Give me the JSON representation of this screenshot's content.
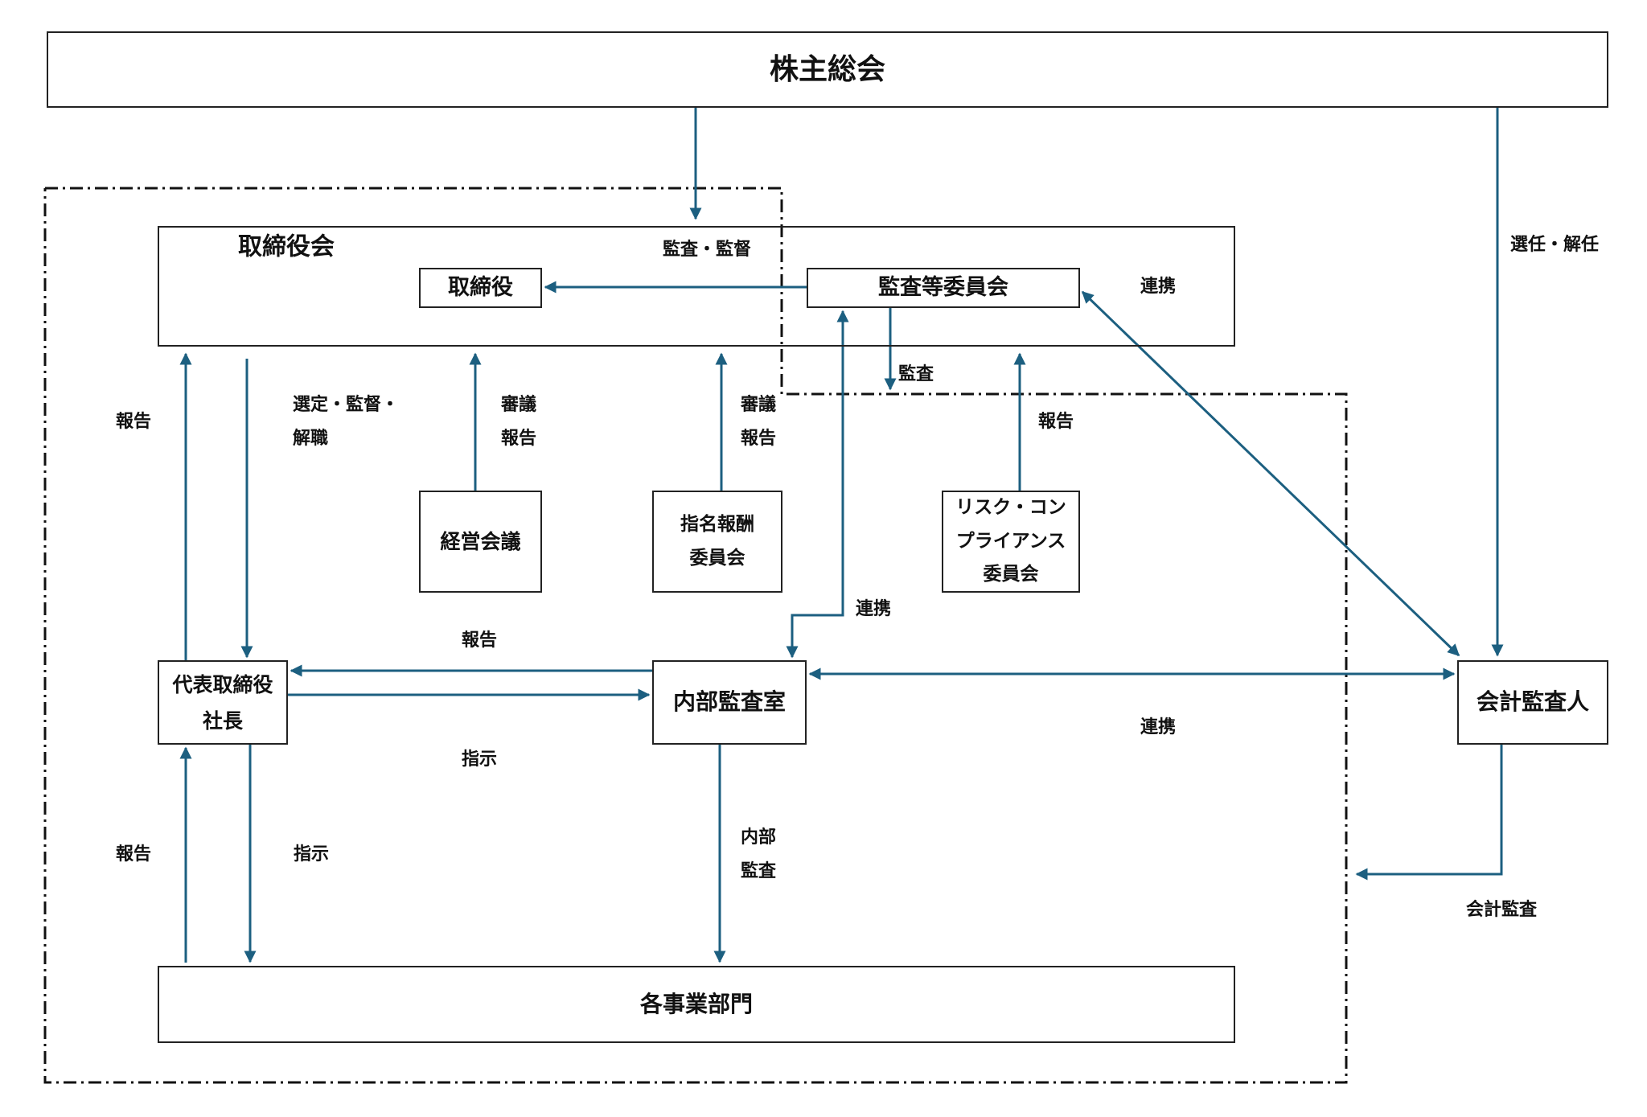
{
  "diagram": {
    "type": "corporate-governance-structure",
    "colors": {
      "arrow": "#1c5f80",
      "box_border": "#222222",
      "dashed_border": "#111111"
    },
    "nodes": {
      "shareholders_meeting": "株主総会",
      "board_of_directors": "取締役会",
      "directors": "取締役",
      "audit_committee": "監査等委員会",
      "management_meeting": "経営会議",
      "nomination_compensation_committee": [
        "指名報酬",
        "委員会"
      ],
      "risk_compliance_committee": [
        "リスク・コン",
        "プライアンス",
        "委員会"
      ],
      "president": [
        "代表取締役",
        "社長"
      ],
      "internal_audit_office": "内部監査室",
      "accounting_auditor": "会計監査人",
      "business_divisions": "各事業部門"
    },
    "edge_labels": {
      "audit_supervision": "監査・監督",
      "audit_committee_coop": "連携",
      "appoint_dismiss": "選任・解任",
      "audit": "監査",
      "risk_report": "報告",
      "nomination_deliberate": [
        "審議",
        "報告"
      ],
      "management_deliberate": [
        "審議",
        "報告"
      ],
      "president_report_to_board": "報告",
      "board_select": [
        "選定・監督・",
        "解職"
      ],
      "internal_audit_coop": "連携",
      "internal_report": "報告",
      "president_instruct": "指示",
      "auditor_coop": "連携",
      "accounting_audit": "会計監査",
      "division_report": "報告",
      "division_instruct": "指示",
      "internal_audit": [
        "内部",
        "監査"
      ]
    }
  }
}
